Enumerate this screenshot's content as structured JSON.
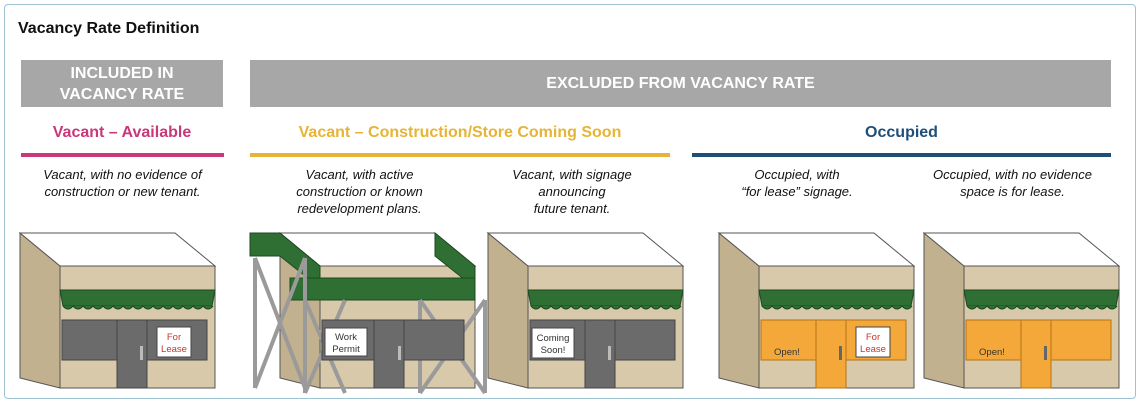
{
  "title": "Vacancy Rate Definition",
  "banners": {
    "included": "INCLUDED IN\nVACANCY RATE",
    "excluded": "EXCLUDED FROM VACANCY RATE"
  },
  "categories": {
    "vacant_available": "Vacant – Available",
    "vacant_construction": "Vacant – Construction/Store Coming Soon",
    "occupied": "Occupied"
  },
  "descriptions": [
    "Vacant, with no evidence of\nconstruction or new tenant.",
    "Vacant, with active\nconstruction or known\nredevelopment plans.",
    "Vacant, with signage\nannouncing\nfuture tenant.",
    "Occupied, with\n“for lease” signage.",
    "Occupied, with no evidence\nspace is for lease."
  ],
  "signs": {
    "for_lease_line1": "For",
    "for_lease_line2": "Lease",
    "work_permit_line1": "Work",
    "work_permit_line2": "Permit",
    "coming_soon_line1": "Coming",
    "coming_soon_line2": "Soon!",
    "open": "Open!"
  },
  "colors": {
    "banner_gray": "#a7a7a7",
    "vacant_available": "#c9387a",
    "vacant_construction": "#e6b436",
    "occupied": "#1f4e79",
    "awning_green": "#2f6f34",
    "wall_tan": "#d8c9aa",
    "side_tan": "#c2b18e",
    "window_gray": "#6b6b6b",
    "window_orange": "#f5a83a",
    "scaffold_gray": "#9a9a9a"
  }
}
